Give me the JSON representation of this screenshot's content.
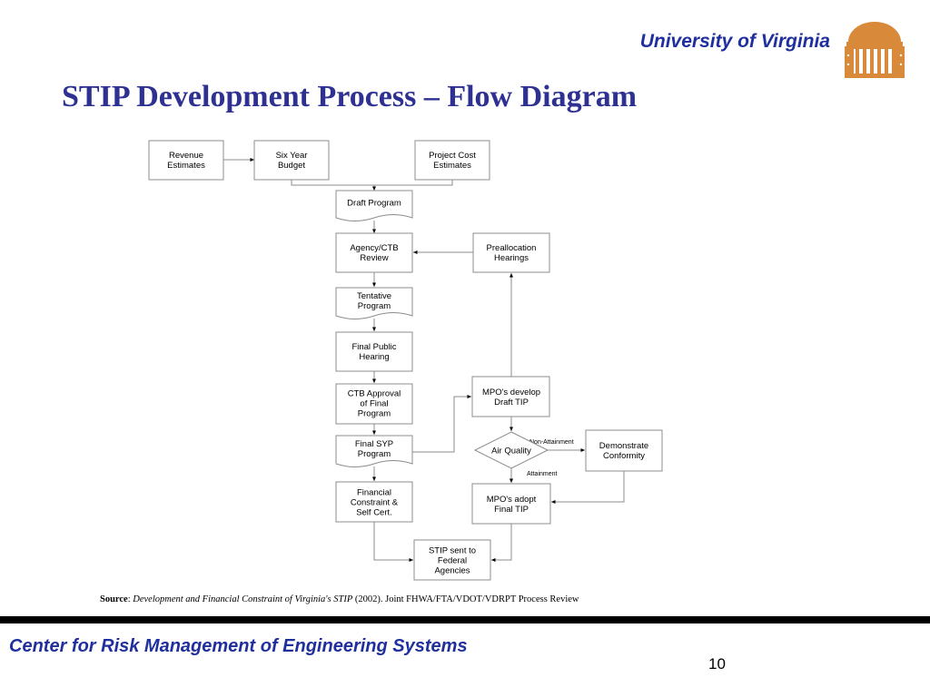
{
  "header": {
    "university": "University of Virginia",
    "title": "STIP Development Process – Flow Diagram",
    "logo_icon": "rotunda-logo-icon",
    "logo_color": "#d9893a"
  },
  "diagram": {
    "nodes": {
      "revenue": "Revenue\nEstimates",
      "six_year": "Six Year\nBudget",
      "project_cost": "Project Cost\nEstimates",
      "draft_program": "Draft Program",
      "agency_ctb": "Agency/CTB\nReview",
      "prealloc": "Preallocation\nHearings",
      "tentative": "Tentative\nProgram",
      "final_public": "Final Public\nHearing",
      "ctb_approval": "CTB Approval\nof Final\nProgram",
      "final_syp": "Final SYP\nProgram",
      "financial": "Financial\nConstraint &\nSelf Cert.",
      "mpo_develop": "MPO's develop\nDraft TIP",
      "air_quality": "Air Quality",
      "demonstrate": "Demonstrate\nConformity",
      "mpo_adopt": "MPO's adopt\nFinal TIP",
      "stip_sent": "STIP sent to\nFederal\nAgencies"
    },
    "edge_labels": {
      "non_attainment": "Non-Attainment",
      "attainment": "Attainment"
    }
  },
  "source": {
    "label": "Source",
    "sep": ": ",
    "doc": "Development and Financial Constraint of Virginia's STIP",
    "rest": " (2002).  Joint FHWA/FTA/VDOT/VDRPT Process Review"
  },
  "footer": {
    "org": "Center for Risk Management of Engineering Systems",
    "page": "10"
  }
}
